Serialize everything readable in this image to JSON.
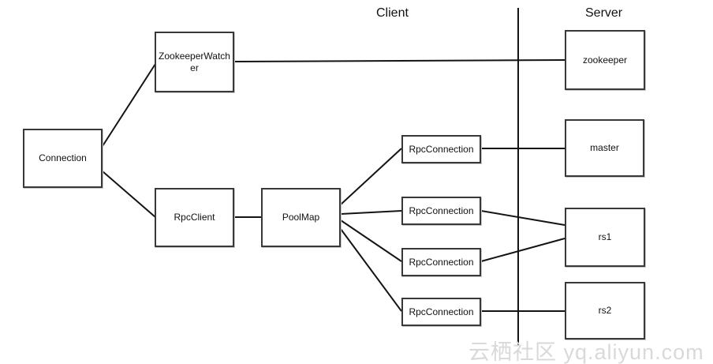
{
  "diagram": {
    "headers": {
      "client": "Client",
      "server": "Server"
    },
    "nodes": {
      "connection": {
        "label": "Connection",
        "side": "client"
      },
      "zookeeper_watcher": {
        "label": "ZookeeperWatcher",
        "side": "client"
      },
      "rpc_client": {
        "label": "RpcClient",
        "side": "client"
      },
      "pool_map": {
        "label": "PoolMap",
        "side": "client"
      },
      "rpc_connection_1": {
        "label": "RpcConnection",
        "side": "client"
      },
      "rpc_connection_2": {
        "label": "RpcConnection",
        "side": "client"
      },
      "rpc_connection_3": {
        "label": "RpcConnection",
        "side": "client"
      },
      "rpc_connection_4": {
        "label": "RpcConnection",
        "side": "client"
      },
      "zookeeper": {
        "label": "zookeeper",
        "side": "server"
      },
      "master": {
        "label": "master",
        "side": "server"
      },
      "rs1": {
        "label": "rs1",
        "side": "server"
      },
      "rs2": {
        "label": "rs2",
        "side": "server"
      }
    },
    "edges": [
      {
        "from": "connection",
        "to": "zookeeper_watcher"
      },
      {
        "from": "connection",
        "to": "rpc_client"
      },
      {
        "from": "zookeeper_watcher",
        "to": "zookeeper"
      },
      {
        "from": "rpc_client",
        "to": "pool_map"
      },
      {
        "from": "pool_map",
        "to": "rpc_connection_1"
      },
      {
        "from": "pool_map",
        "to": "rpc_connection_2"
      },
      {
        "from": "pool_map",
        "to": "rpc_connection_3"
      },
      {
        "from": "pool_map",
        "to": "rpc_connection_4"
      },
      {
        "from": "rpc_connection_1",
        "to": "master"
      },
      {
        "from": "rpc_connection_2",
        "to": "rs1"
      },
      {
        "from": "rpc_connection_3",
        "to": "rs1"
      },
      {
        "from": "rpc_connection_4",
        "to": "rs2"
      }
    ],
    "colors": {
      "background": "#ffffff",
      "box_border": "#383838",
      "box_fill": "#ffffff",
      "line": "#141414",
      "text": "#111111",
      "watermark": "#d9d9d9"
    }
  },
  "watermark": {
    "text": "云栖社区 yq.aliyun.com"
  }
}
